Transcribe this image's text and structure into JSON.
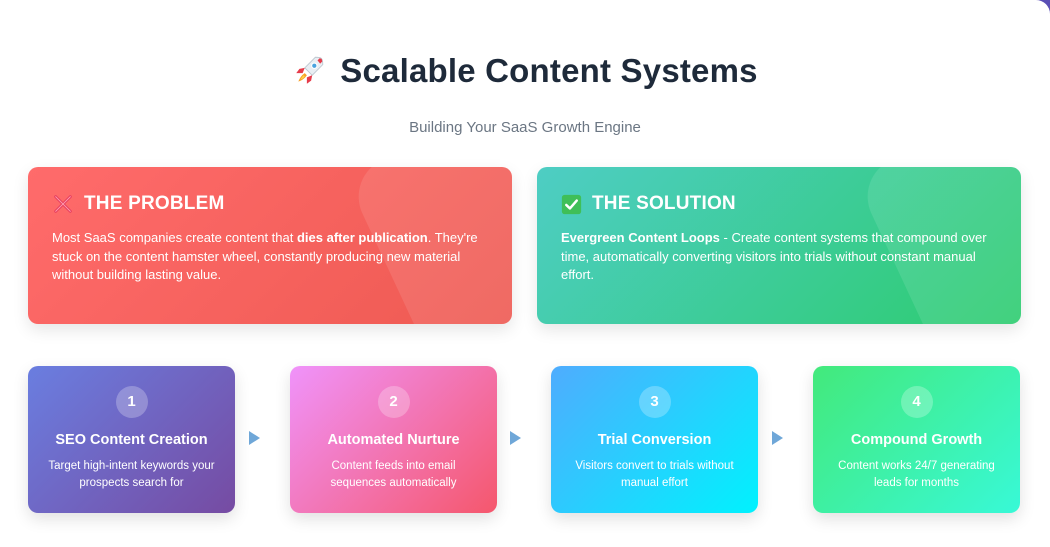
{
  "header": {
    "title": "Scalable Content Systems",
    "subtitle": "Building Your SaaS Growth Engine",
    "title_icon": "rocket-icon"
  },
  "problem": {
    "icon": "cross-mark-icon",
    "heading": "THE PROBLEM",
    "body_before": "Most SaaS companies create content that ",
    "body_bold": "dies after publication",
    "body_after": ". They're stuck on the content hamster wheel, constantly producing new material without building lasting value.",
    "color_start": "#ff6b6b",
    "color_end": "#ee5a52"
  },
  "solution": {
    "icon": "check-mark-icon",
    "heading": "THE SOLUTION",
    "body_bold": "Evergreen Content Loops",
    "body_after": " - Create content systems that compound over time, automatically converting visitors into trials without constant manual effort.",
    "color_start": "#4ecdc4",
    "color_end": "#2dcc6f"
  },
  "steps": [
    {
      "number": "1",
      "title": "SEO Content Creation",
      "description": "Target high-intent keywords your prospects search for"
    },
    {
      "number": "2",
      "title": "Automated Nurture",
      "description": "Content feeds into email sequences automatically"
    },
    {
      "number": "3",
      "title": "Trial Conversion",
      "description": "Visitors convert to trials without manual effort"
    },
    {
      "number": "4",
      "title": "Compound Growth",
      "description": "Content works 24/7 generating leads for months"
    }
  ],
  "arrow_icon": "triangle-right-icon",
  "colors": {
    "title_text": "#1e2a3a",
    "subtitle_text": "#6b7683",
    "arrow": "#6fa7d8"
  }
}
